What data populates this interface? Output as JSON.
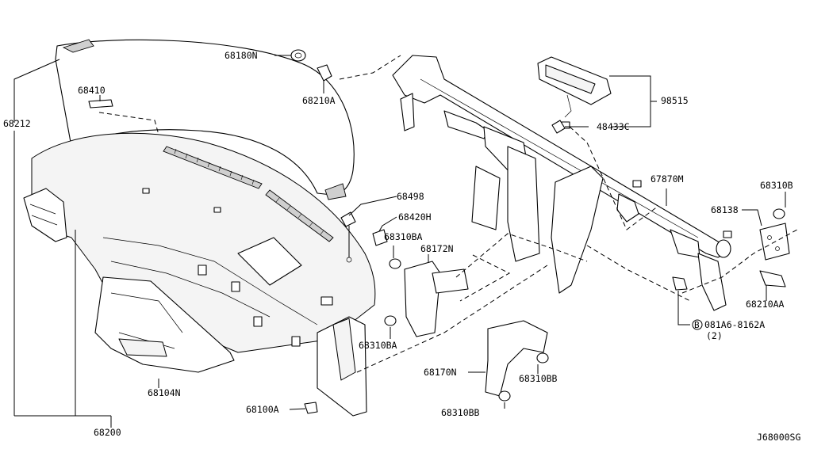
{
  "diagram_id": "J68000SG",
  "labels": {
    "p68180N": "68180N",
    "p68210A": "68210A",
    "p98515": "98515",
    "p48433C": "48433C",
    "p68410": "68410",
    "p68212": "68212",
    "p67870M": "67870M",
    "p68310B": "68310B",
    "p68138": "68138",
    "p68498": "68498",
    "p68420H": "68420H",
    "p68310BA_top": "68310BA",
    "p68172N": "68172N",
    "p68310BA_bot": "68310BA",
    "p68210AA": "68210AA",
    "p081A6": "081A6-8162A",
    "p081A6_qty": "(2)",
    "p081A6_badge": "B",
    "p68170N": "68170N",
    "p68310BB_a": "68310BB",
    "p68310BB_b": "68310BB",
    "p68104N": "68104N",
    "p68100A": "68100A",
    "p68200": "68200"
  }
}
